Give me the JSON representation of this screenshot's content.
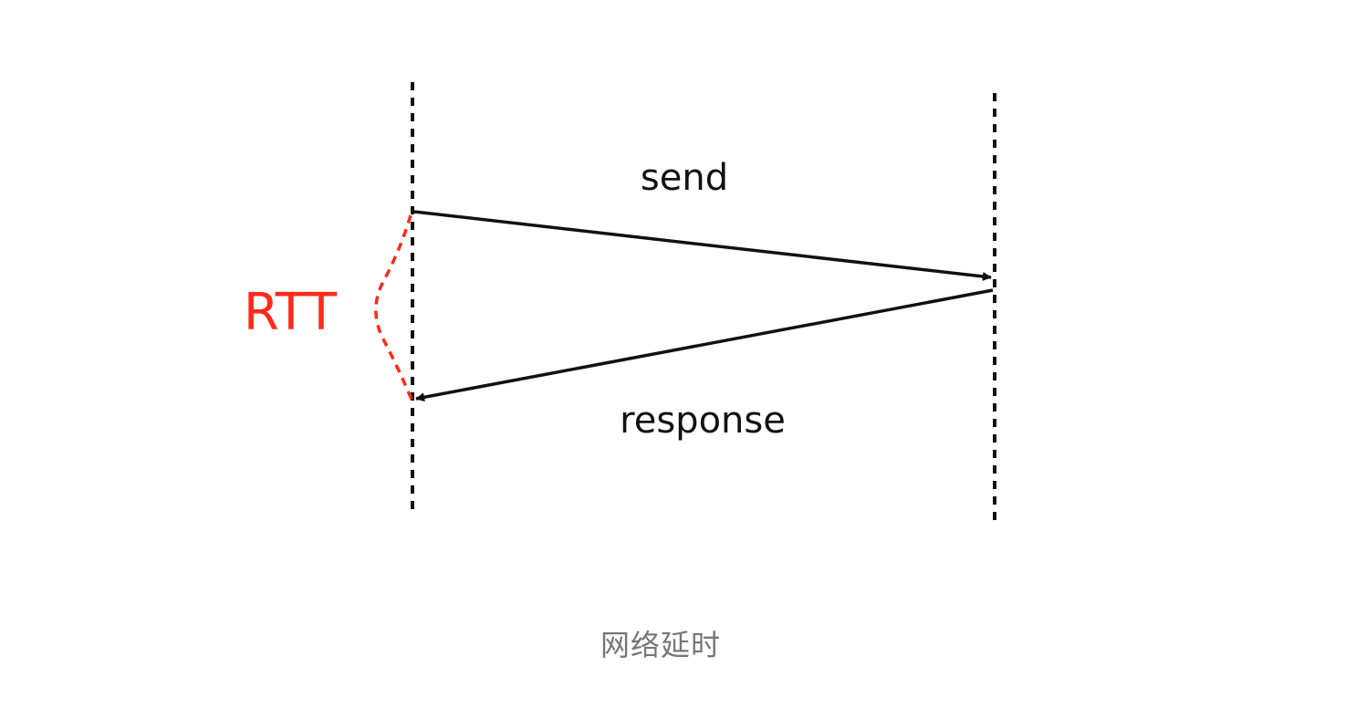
{
  "diagram": {
    "send_label": "send",
    "response_label": "response",
    "rtt_label": "RTT",
    "caption": "网络延时"
  },
  "colors": {
    "line": "#111111",
    "rtt": "#ff2a1a",
    "caption": "#777777"
  }
}
